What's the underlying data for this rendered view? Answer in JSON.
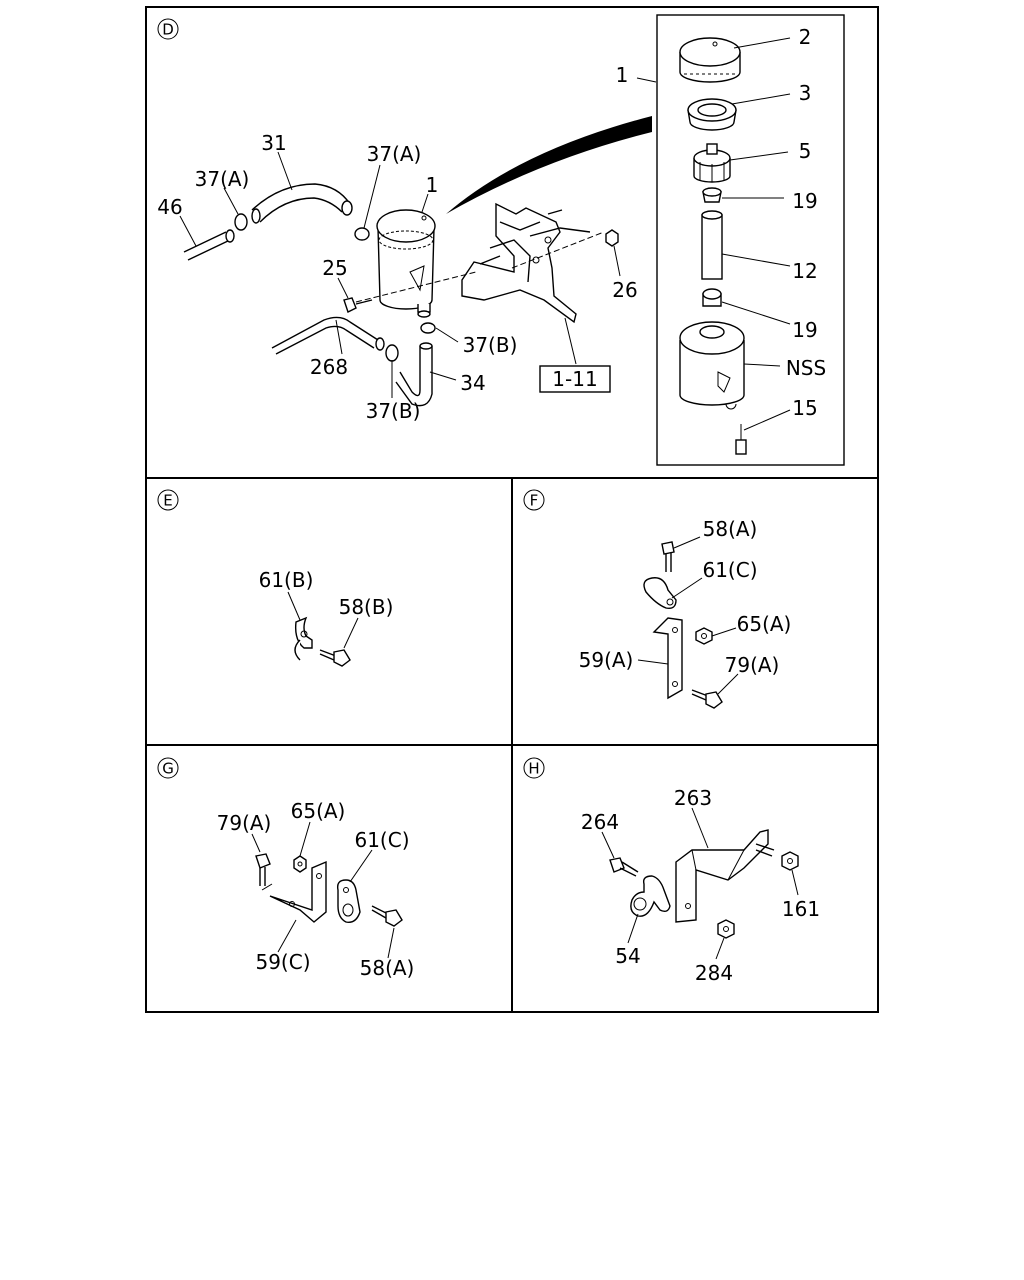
{
  "panels": {
    "D": {
      "letter": "D",
      "labels": {
        "l1_left": "1",
        "l2": "2",
        "l3": "3",
        "l5": "5",
        "l19a": "19",
        "l12": "12",
        "l19b": "19",
        "lnss": "NSS",
        "l15": "15",
        "l31": "31",
        "l37a_top": "37(A)",
        "l37a_left": "37(A)",
        "l46": "46",
        "l1_tank": "1",
        "l25": "25",
        "l26": "26",
        "l37b_right": "37(B)",
        "l268": "268",
        "l34": "34",
        "l37b_bottom": "37(B)",
        "ref": "1-11"
      }
    },
    "E": {
      "letter": "E",
      "labels": {
        "l61b": "61(B)",
        "l58b": "58(B)"
      }
    },
    "F": {
      "letter": "F",
      "labels": {
        "l58a": "58(A)",
        "l61c": "61(C)",
        "l65a": "65(A)",
        "l59a": "59(A)",
        "l79a": "79(A)"
      }
    },
    "G": {
      "letter": "G",
      "labels": {
        "l79a": "79(A)",
        "l65a": "65(A)",
        "l61c": "61(C)",
        "l59c": "59(C)",
        "l58a": "58(A)"
      }
    },
    "H": {
      "letter": "H",
      "labels": {
        "l263": "263",
        "l264": "264",
        "l161": "161",
        "l54": "54",
        "l284": "284"
      }
    }
  }
}
